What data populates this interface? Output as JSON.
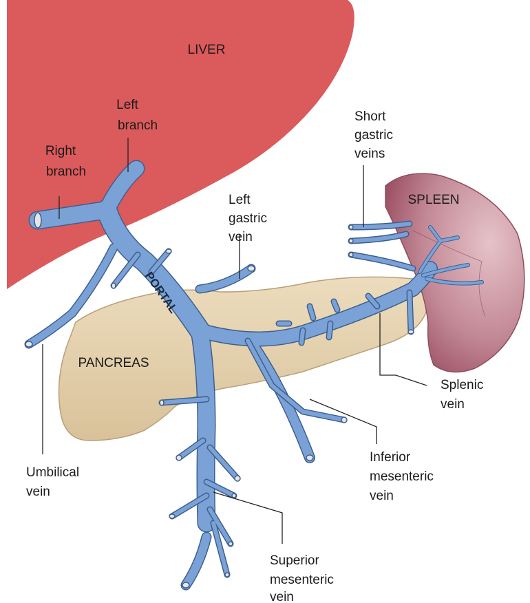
{
  "colors": {
    "liver": "#db5a5c",
    "spleen": "#b3707f",
    "pancreas": "#e6d3b1",
    "vein": "#7aa2d6",
    "vein_outline": "#3e5f8e"
  },
  "labels": {
    "liver": "LIVER",
    "spleen": "SPLEEN",
    "pancreas": "PANCREAS",
    "portal": "PORTAL",
    "left_branch": [
      "Left",
      "branch"
    ],
    "right_branch": [
      "Right",
      "branch"
    ],
    "short_gastric": [
      "Short",
      "gastric",
      "veins"
    ],
    "left_gastric": [
      "Left",
      "gastric",
      "vein"
    ],
    "splenic": [
      "Splenic",
      "vein"
    ],
    "inferior_mesenteric": [
      "Inferior",
      "mesenteric",
      "vein"
    ],
    "superior_mesenteric": [
      "Superior",
      "mesenteric",
      "vein"
    ],
    "umbilical": [
      "Umbilical",
      "vein"
    ]
  }
}
